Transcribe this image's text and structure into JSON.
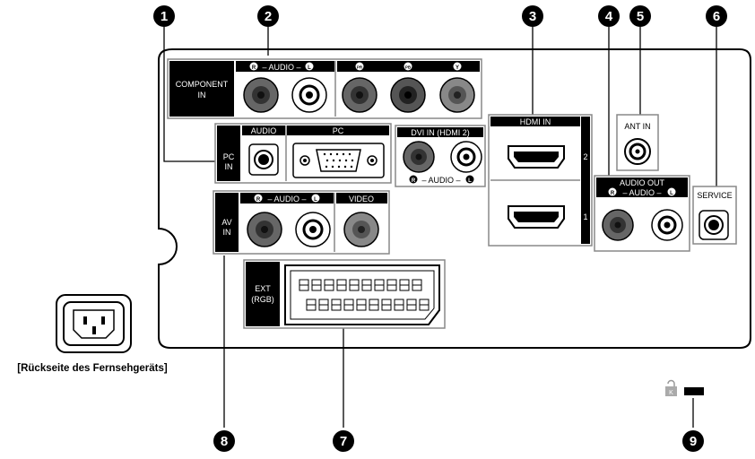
{
  "callouts": {
    "n1": "1",
    "n2": "2",
    "n3": "3",
    "n4": "4",
    "n5": "5",
    "n6": "6",
    "n7": "7",
    "n8": "8",
    "n9": "9"
  },
  "component": {
    "label_line1": "COMPONENT",
    "label_line2": "IN",
    "audio_header": "– AUDIO –",
    "r": "R",
    "l": "L",
    "pr": "PR",
    "pb": "PB",
    "y": "Y"
  },
  "pc": {
    "label_line1": "PC",
    "label_line2": "IN",
    "audio_header": "AUDIO",
    "pc_header": "PC"
  },
  "dvi": {
    "header": "DVI IN (HDMI 2)",
    "audio_footer": "– AUDIO –",
    "r": "R",
    "l": "L"
  },
  "hdmi": {
    "header": "HDMI IN",
    "port2": "2",
    "port1": "1"
  },
  "ant": {
    "label": "ANT IN"
  },
  "audio_out": {
    "header": "AUDIO OUT",
    "audio_header": "– AUDIO –",
    "r": "R",
    "l": "L"
  },
  "service": {
    "label": "SERVICE"
  },
  "av": {
    "label_line1": "AV",
    "label_line2": "IN",
    "audio_header": "– AUDIO –",
    "video_header": "VIDEO",
    "r": "R",
    "l": "L"
  },
  "ext": {
    "label_line1": "EXT",
    "label_line2": "(RGB)"
  },
  "caption": "[Rückseite des Fernsehgeräts]",
  "lock_letter": "K"
}
